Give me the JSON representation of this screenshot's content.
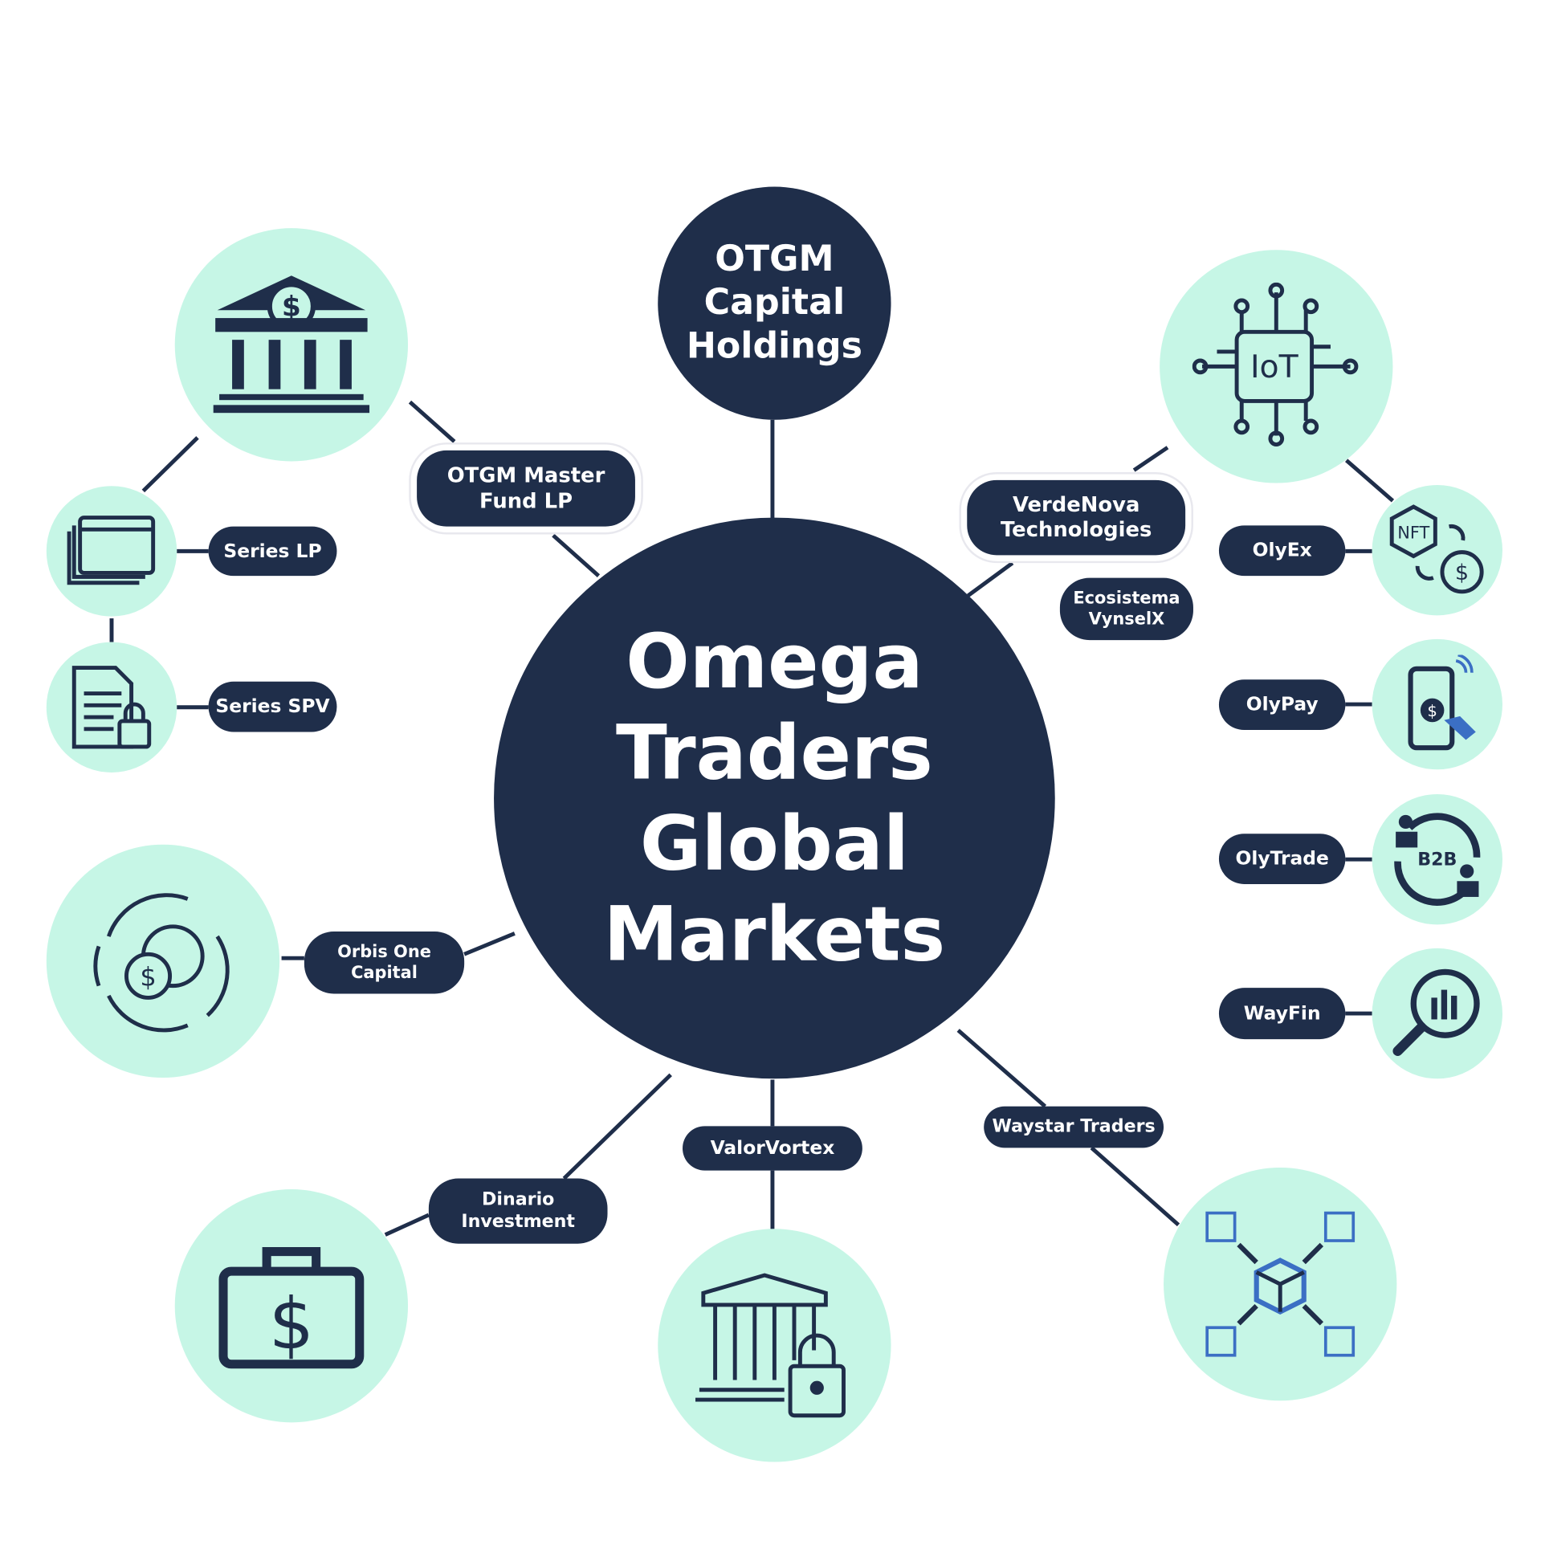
{
  "center": {
    "title_lines": [
      "Omega",
      "Traders",
      "Global",
      "Markets"
    ]
  },
  "parent": {
    "title_lines": [
      "OTGM",
      "Capital",
      "Holdings"
    ]
  },
  "nodes": {
    "master_fund": [
      "OTGM Master",
      "Fund LP"
    ],
    "series_lp": "Series LP",
    "series_spv": "Series SPV",
    "verdenova": [
      "VerdeNova",
      "Technologies"
    ],
    "ecosistema": [
      "Ecosistema",
      "VynselX"
    ],
    "olyex": "OlyEx",
    "olypay": "OlyPay",
    "olytrade": "OlyTrade",
    "wayfin": "WayFin",
    "orbis": [
      "Orbis One",
      "Capital"
    ],
    "dinario": [
      "Dinario",
      "Investment"
    ],
    "valorvortex": "ValorVortex",
    "waystar": "Waystar Traders"
  },
  "icon_text": {
    "iot": "IoT",
    "nft": "NFT",
    "b2b": "B2B"
  },
  "colors": {
    "navy": "#1f2e4a",
    "mint": "#c6f6e6"
  }
}
